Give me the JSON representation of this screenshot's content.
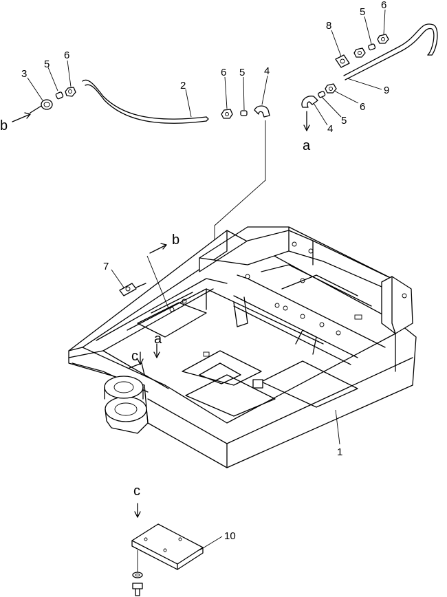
{
  "callouts": {
    "c1": "1",
    "c2": "2",
    "c3": "3",
    "c4a": "4",
    "c4b": "4",
    "c5a": "5",
    "c5b": "5",
    "c5c": "5",
    "c5d": "5",
    "c6a": "6",
    "c6b": "6",
    "c6c": "6",
    "c6d": "6",
    "c7": "7",
    "c8": "8",
    "c9": "9",
    "c10": "10"
  },
  "refs": {
    "a_top": "a",
    "a_frame": "a",
    "b_left": "b",
    "b_frame": "b",
    "c_frame": "c",
    "c_bottom": "c"
  }
}
